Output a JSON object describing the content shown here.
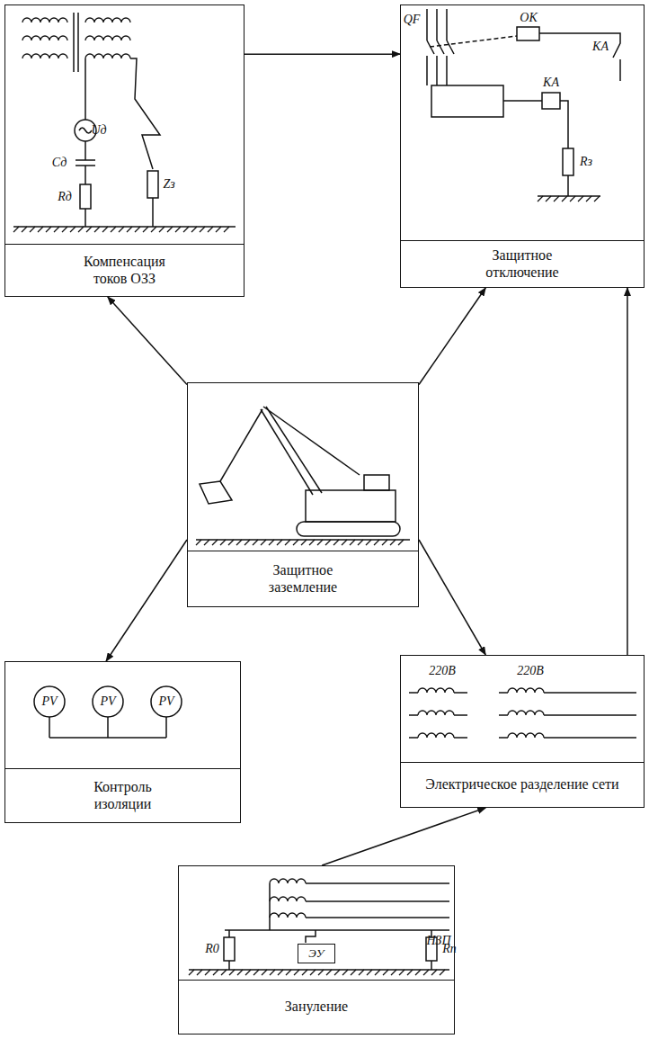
{
  "diagram": {
    "nodes": [
      {
        "text": [
          "Компенсация токов ОЗЗ"
        ]
      },
      {
        "text": [
          "Защитное отключение"
        ]
      },
      {
        "text": [
          "Защитное заземление"
        ]
      },
      {
        "text": [
          "Контроль изоляции"
        ]
      },
      {
        "text": [
          "Электрическое разделение сети"
        ]
      },
      {
        "text": [
          "Зануление"
        ]
      },
      {
        "text": [
          "ЭУ"
        ],
        "in": 5
      }
    ],
    "edges": [
      {
        "from": 2,
        "to": 0,
        "arrow": "to"
      },
      {
        "from": 0,
        "to": 1,
        "arrow": "to"
      },
      {
        "from": 2,
        "to": 1,
        "arrow": "to"
      },
      {
        "from": 2,
        "to": 3,
        "arrow": "to"
      },
      {
        "from": 2,
        "to": 4,
        "arrow": "to"
      },
      {
        "from": 4,
        "to": 1,
        "arrow": "to"
      },
      {
        "from": 5,
        "to": 4,
        "arrow": "to"
      }
    ],
    "labels": [
      "Uд",
      "Cд",
      "Rд",
      "Zз",
      "QF",
      "OK",
      "KA",
      "KA",
      "Rз",
      "PV",
      "PV",
      "PV",
      "220В",
      "220В",
      "НЗП",
      "R0",
      "Rп"
    ]
  }
}
